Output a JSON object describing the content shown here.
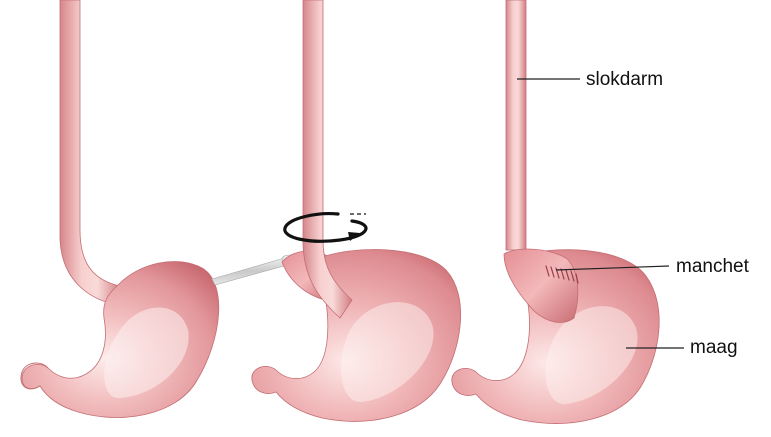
{
  "labels": {
    "esophagus": "slokdarm",
    "fundoplication_cuff": "manchet",
    "stomach": "maag"
  },
  "colors": {
    "tissue_outer": "#d97f84",
    "tissue_mid": "#eaa5a8",
    "tissue_highlight": "#fbe3e2",
    "tissue_shadow": "#b8585f",
    "leader_line": "#222222",
    "arrow": "#111111",
    "instrument": "#d8d8d8"
  },
  "icons": {
    "rotation": "rotation-arrow-icon"
  }
}
